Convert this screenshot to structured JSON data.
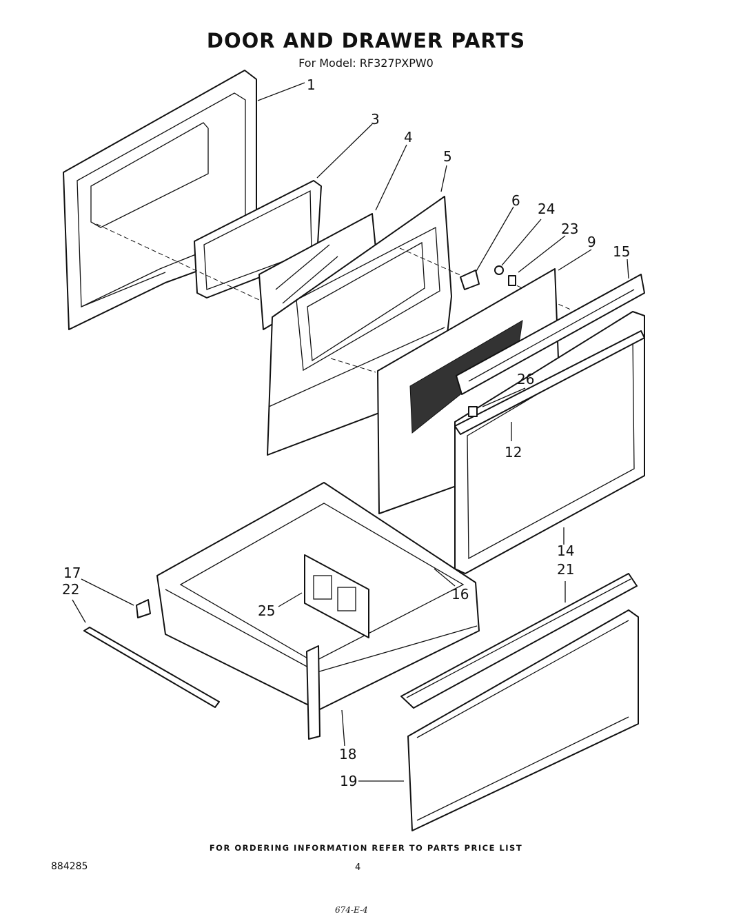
{
  "header": {
    "title": "DOOR AND DRAWER PARTS",
    "subtitle": "For Model: RF327PXPW0"
  },
  "callouts": [
    {
      "part": "outer-door-panel",
      "label": "1"
    },
    {
      "part": "door-gasket",
      "label": "3"
    },
    {
      "part": "glass-pane",
      "label": "4"
    },
    {
      "part": "inner-door-panel",
      "label": "5"
    },
    {
      "part": "hinge-bracket",
      "label": "6"
    },
    {
      "part": "door-insulation",
      "label": "9"
    },
    {
      "part": "door-frame-bar",
      "label": "12"
    },
    {
      "part": "door-frame",
      "label": "14"
    },
    {
      "part": "door-handle-trim",
      "label": "15"
    },
    {
      "part": "drawer-rail-glide",
      "label": "16"
    },
    {
      "part": "drawer-glide-left",
      "label": "17"
    },
    {
      "part": "drawer-body",
      "label": "18"
    },
    {
      "part": "drawer-front",
      "label": "19"
    },
    {
      "part": "drawer-handle",
      "label": "21"
    },
    {
      "part": "drawer-rail",
      "label": "22"
    },
    {
      "part": "screw",
      "label": "23"
    },
    {
      "part": "spacer",
      "label": "24"
    },
    {
      "part": "drawer-divider",
      "label": "25"
    },
    {
      "part": "clip",
      "label": "26"
    }
  ],
  "footer": {
    "note": "FOR ORDERING INFORMATION REFER TO PARTS PRICE LIST",
    "doc_number": "884285",
    "page_number": "4",
    "handwritten_mark": "674-E-4"
  }
}
